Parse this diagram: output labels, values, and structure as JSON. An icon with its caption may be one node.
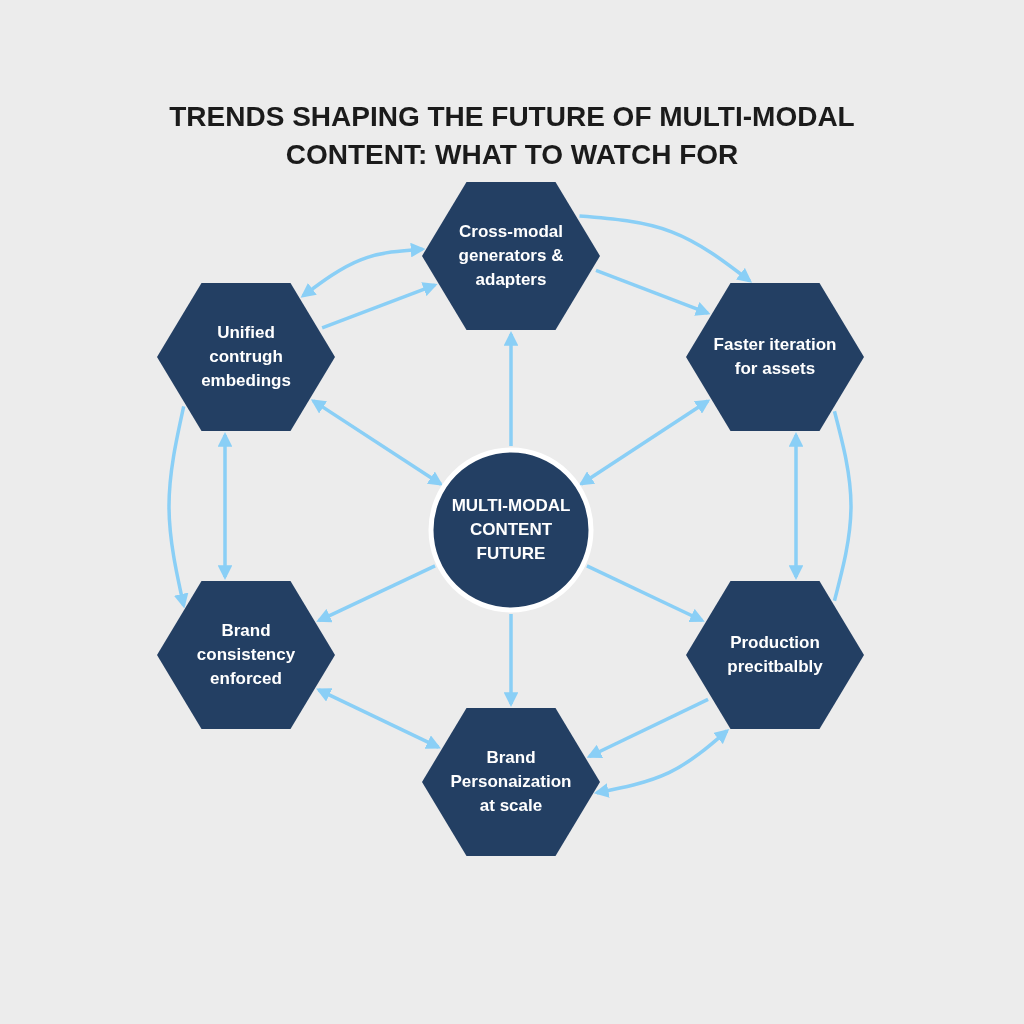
{
  "diagram": {
    "title": "TRENDS SHAPING THE FUTURE OF MULTI-MODAL CONTENT: WHAT TO WATCH FOR",
    "nodes": [
      {
        "text": [
          "Cross-modal generators & adapters"
        ]
      },
      {
        "text": [
          "Unified contrugh embedings"
        ]
      },
      {
        "text": [
          "Faster iteration for assets"
        ]
      },
      {
        "text": [
          "MULTI-MODAL CONTENT FUTURE"
        ]
      },
      {
        "text": [
          "Brand consistency enforced"
        ]
      },
      {
        "text": [
          "Production precitbalbly"
        ]
      },
      {
        "text": [
          "Brand Personaization at scale"
        ]
      }
    ],
    "edges": [
      {
        "from": 1,
        "to": 0,
        "arrow": "to"
      },
      {
        "from": 1,
        "to": 0,
        "arrow": "both"
      },
      {
        "from": 0,
        "to": 2,
        "arrow": "to"
      },
      {
        "from": 0,
        "to": 2,
        "arrow": "to"
      },
      {
        "from": 3,
        "to": 0,
        "arrow": "to"
      },
      {
        "from": 1,
        "to": 3,
        "arrow": "both"
      },
      {
        "from": 2,
        "to": 3,
        "arrow": "both"
      },
      {
        "from": 1,
        "to": 4,
        "arrow": "to"
      },
      {
        "from": 1,
        "to": 4,
        "arrow": "both"
      },
      {
        "from": 2,
        "to": 5,
        "arrow": "both"
      },
      {
        "from": 2,
        "to": 5,
        "arrow": "none"
      },
      {
        "from": 3,
        "to": 4,
        "arrow": "to"
      },
      {
        "from": 3,
        "to": 5,
        "arrow": "to"
      },
      {
        "from": 3,
        "to": 6,
        "arrow": "to"
      },
      {
        "from": 4,
        "to": 6,
        "arrow": "both"
      },
      {
        "from": 5,
        "to": 6,
        "arrow": "to"
      },
      {
        "from": 5,
        "to": 6,
        "arrow": "both"
      }
    ]
  }
}
